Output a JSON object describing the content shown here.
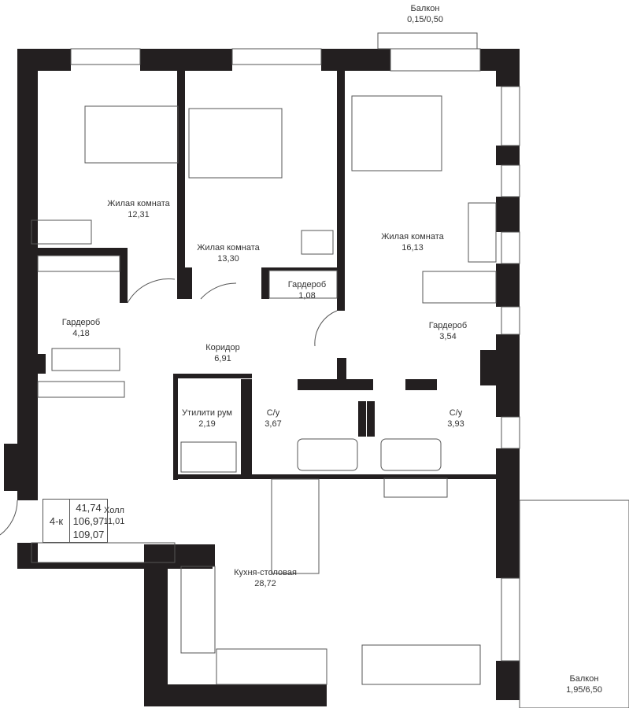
{
  "rooms": {
    "balcony_top": {
      "name": "Балкон",
      "area": "0,15/0,50"
    },
    "bedroom_1": {
      "name": "Жилая комната",
      "area": "12,31"
    },
    "bedroom_2": {
      "name": "Жилая комната",
      "area": "13,30"
    },
    "bedroom_3": {
      "name": "Жилая комната",
      "area": "16,13"
    },
    "wardrobe_small": {
      "name": "Гардероб",
      "area": "1,08"
    },
    "wardrobe_left": {
      "name": "Гардероб",
      "area": "4,18"
    },
    "wardrobe_right": {
      "name": "Гардероб",
      "area": "3,54"
    },
    "corridor": {
      "name": "Коридор",
      "area": "6,91"
    },
    "utility": {
      "name": "Утилити рум",
      "area": "2,19"
    },
    "bath_1": {
      "name": "С/у",
      "area": "3,67"
    },
    "bath_2": {
      "name": "С/у",
      "area": "3,93"
    },
    "hall": {
      "name": "Холл",
      "area": "11,01"
    },
    "kitchen": {
      "name": "Кухня-столовая",
      "area": "28,72"
    },
    "balcony_right": {
      "name": "Балкон",
      "area": "1,95/6,50"
    }
  },
  "summary": {
    "type": "4-к",
    "living_area": "41,74",
    "total_area": "106,97",
    "total_with_balcony": "109,07"
  },
  "colors": {
    "wall": "#231f20",
    "line": "#555555"
  }
}
